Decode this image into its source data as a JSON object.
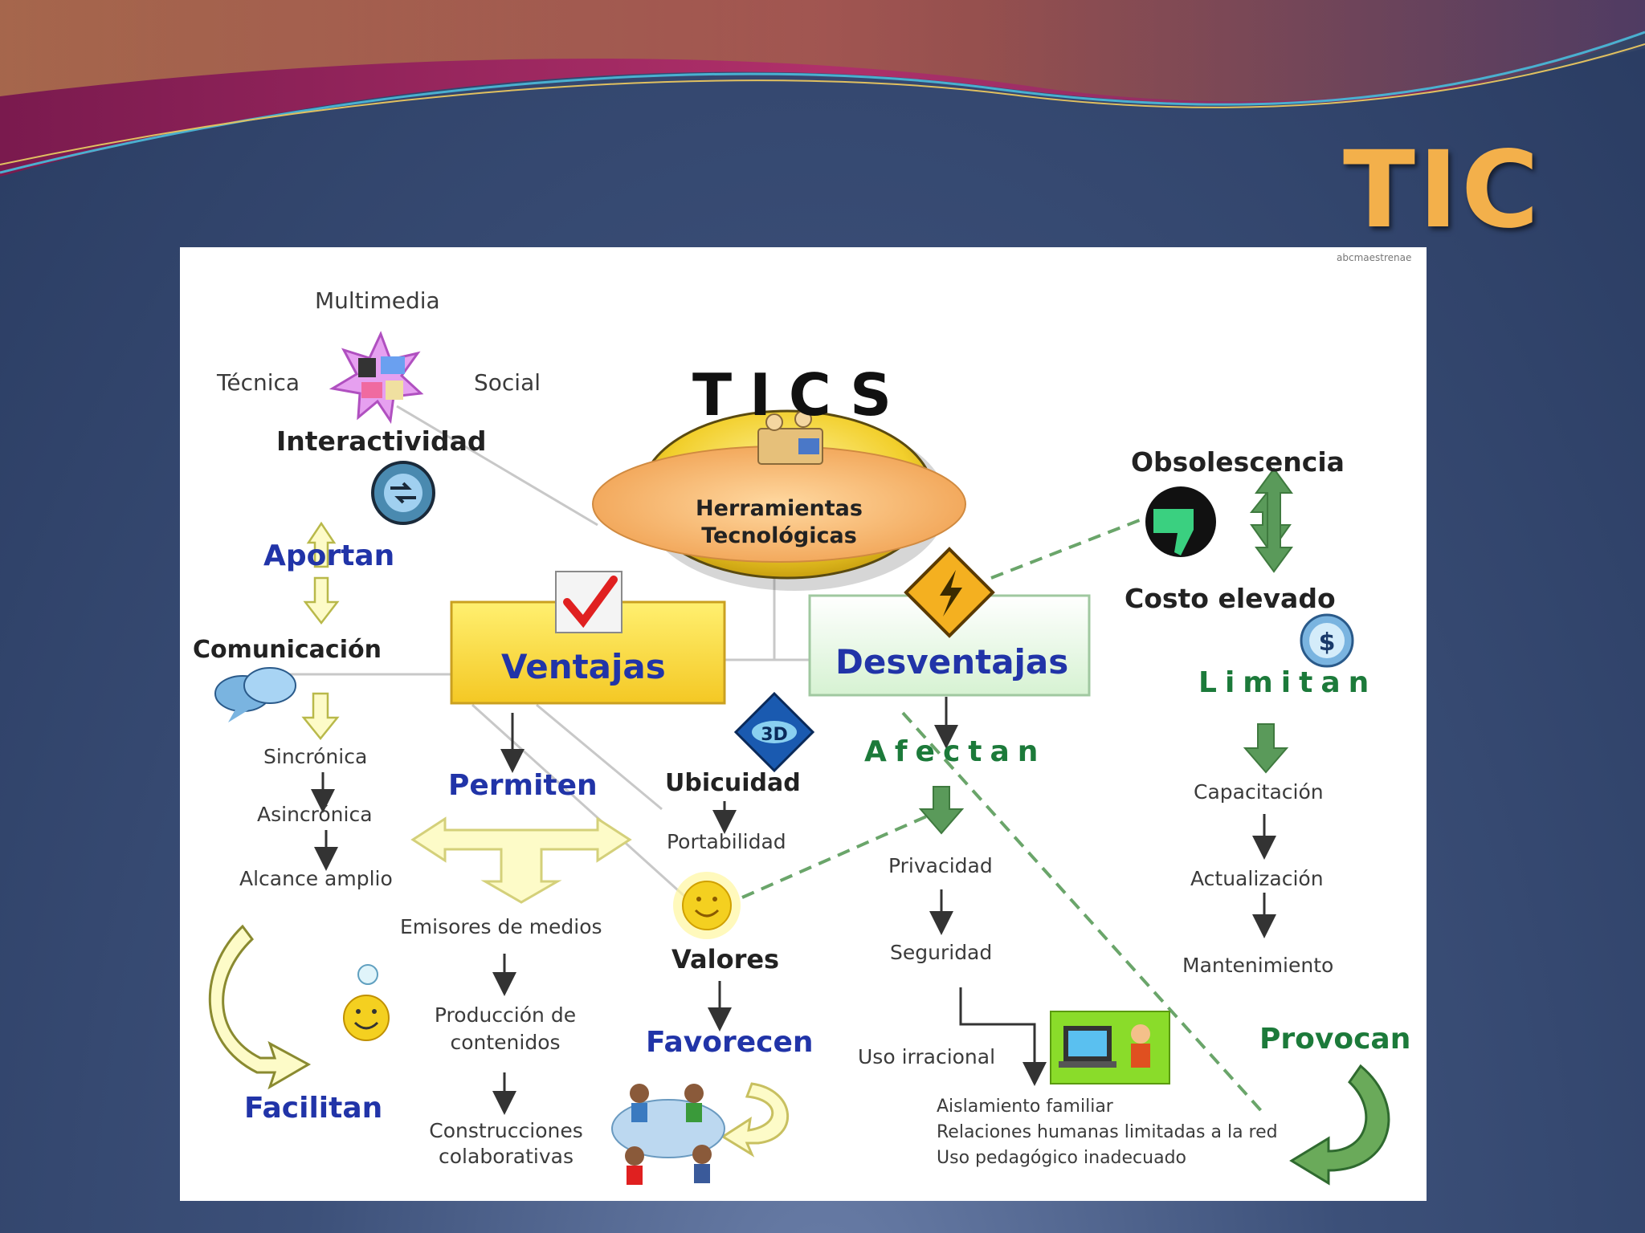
{
  "slide": {
    "title": "TIC",
    "colors": {
      "title": "#f3b04b",
      "background": "#34486f",
      "panel": "#ffffff"
    }
  },
  "diagram": {
    "watermark": "abcmaestrenae",
    "center": {
      "title": "TICS",
      "subtitle_line1": "Herramientas",
      "subtitle_line2": "Tecnológicas"
    },
    "ventajas": {
      "label": "Ventajas",
      "interactividad": {
        "label": "Interactividad",
        "multimedia": "Multimedia",
        "tecnica": "Técnica",
        "social": "Social"
      },
      "aportan": "Aportan",
      "comunicacion": {
        "label": "Comunicación",
        "items": [
          "Sincrónica",
          "Asincrónica",
          "Alcance amplio"
        ]
      },
      "facilitan": "Facilitan",
      "permiten": "Permiten",
      "permiten_chain": [
        "Emisores de medios",
        "Producción de",
        "contenidos",
        "Construcciones",
        "colaborativas"
      ],
      "ubicuidad": "Ubicuidad",
      "portabilidad": "Portabilidad",
      "valores": "Valores",
      "favorecen": "Favorecen"
    },
    "desventajas": {
      "label": "Desventajas",
      "obsolescencia": "Obsolescencia",
      "costo": "Costo elevado",
      "limitan": "Limitan",
      "limitan_items": [
        "Capacitación",
        "Actualización",
        "Mantenimiento"
      ],
      "afectan": "Afectan",
      "afectan_items": [
        "Privacidad",
        "Seguridad"
      ],
      "uso_irracional": "Uso irracional",
      "consecuencias": [
        "Aislamiento familiar",
        "Relaciones humanas limitadas a la red",
        "Uso pedagógico inadecuado"
      ],
      "provocan": "Provocan"
    },
    "icons": [
      "multimedia-star-icon",
      "interactivity-globe-icon",
      "checkmark-icon",
      "warning-diamond-icon",
      "thumbs-down-icon",
      "dollar-icon",
      "3d-diamond-icon",
      "speech-bubbles-icon",
      "sun-smiley-icon",
      "smiley-lightbulb-icon",
      "computer-kid-icon",
      "people-group-icon"
    ]
  }
}
